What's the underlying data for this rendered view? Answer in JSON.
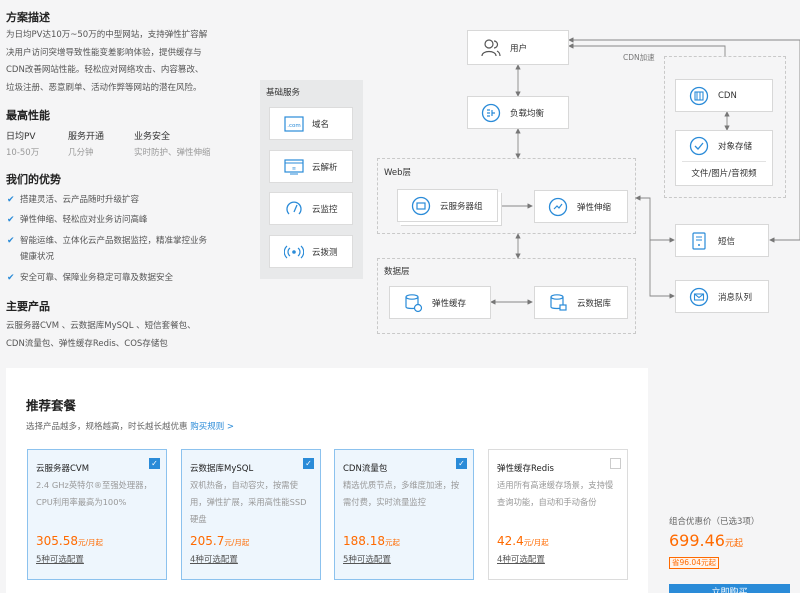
{
  "solution": {
    "title": "方案描述",
    "desc_lines": [
      "为日均PV达10万~50万的中型网站，支持弹性扩容解",
      "决用户访问突增导致性能变差影响体验，提供缓存与",
      "CDN改善网站性能。轻松应对网络攻击、内容篡改、",
      "垃圾注册、恶意刷单、活动作弊等网站的潜在风险。"
    ]
  },
  "performance": {
    "title": "最高性能",
    "cols": [
      {
        "label": "日均PV",
        "value": "10-50万"
      },
      {
        "label": "服务开通",
        "value": "几分钟"
      },
      {
        "label": "业务安全",
        "value": "实时防护、弹性伸缩"
      }
    ]
  },
  "advantages": {
    "title": "我们的优势",
    "items": [
      "搭建灵活、云产品随时升级扩容",
      "弹性伸缩、轻松应对业务访问高峰",
      "智能运维、立体化云产品数据监控，精准掌控业务",
      "健康状况",
      "安全可靠、保障业务稳定可靠及数据安全"
    ]
  },
  "products": {
    "title": "主要产品",
    "lines": [
      "云服务器CVM 、云数据库MySQL 、短信套餐包、",
      "CDN流量包、弹性缓存Redis、COS存储包"
    ]
  },
  "diagram": {
    "basic_title": "基础服务",
    "basic_items": [
      {
        "label": "域名",
        "icon": "domain-icon"
      },
      {
        "label": "云解析",
        "icon": "dns-icon"
      },
      {
        "label": "云监控",
        "icon": "monitor-icon"
      },
      {
        "label": "云拨测",
        "icon": "probe-icon"
      }
    ],
    "user": "用户",
    "lb": "负载均衡",
    "web_layer": "Web层",
    "cvm_group": "云服务器组",
    "autoscale": "弹性伸缩",
    "data_layer": "数据层",
    "redis": "弹性缓存",
    "db": "云数据库",
    "cdn_accel": "CDN加速",
    "cdn": "CDN",
    "cos": "对象存储",
    "cos_sub": "文件/图片/音视频",
    "sms": "短信",
    "mq": "消息队列"
  },
  "packages": {
    "title": "推荐套餐",
    "subtitle": "选择产品越多，规格越高，时长越长越优惠 ",
    "subtitle_link": "购买规则 >",
    "cards": [
      {
        "name": "云服务器CVM",
        "desc": "2.4 GHz英特尔®至强处理器，CPU利用率最高为100%",
        "price": "305.58",
        "unit": "元/月起",
        "opts": "5种可选配置",
        "checked": true
      },
      {
        "name": "云数据库MySQL",
        "desc": "双机热备，自动容灾，按需使用，弹性扩展，采用高性能SSD硬盘",
        "price": "205.7",
        "unit": "元/月起",
        "opts": "4种可选配置",
        "checked": true
      },
      {
        "name": "CDN流量包",
        "desc": "精选优质节点，多维度加速，按需付费，实时流量监控",
        "price": "188.18",
        "unit": "元起",
        "opts": "5种可选配置",
        "checked": true
      },
      {
        "name": "弹性缓存Redis",
        "desc": "适用所有高速缓存场景，支持慢查询功能，自动和手动备份",
        "price": "42.4",
        "unit": "元/月起",
        "opts": "4种可选配置",
        "checked": false
      }
    ],
    "summary_label": "组合优惠价（已选3项）",
    "summary_price": "699.46",
    "summary_unit": "元起",
    "summary_save": "省96.04元起",
    "buy": "立即购买"
  },
  "colors": {
    "accent": "#2a8bd8",
    "price": "#ff6a00"
  }
}
